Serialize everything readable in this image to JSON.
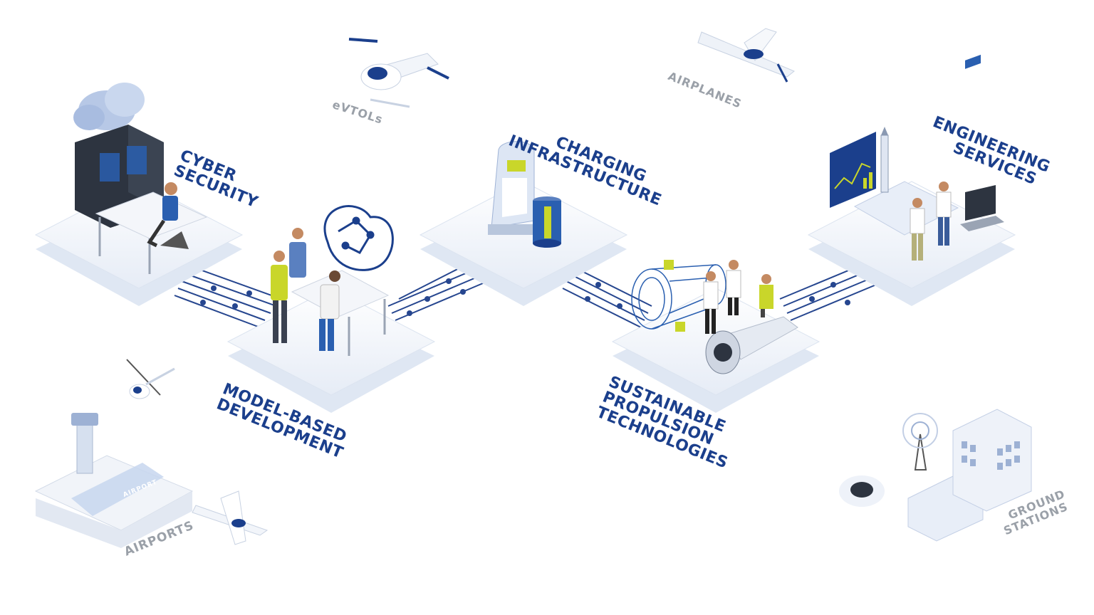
{
  "sections": {
    "cyber_security": {
      "lines": [
        "CYBER",
        "SECURITY"
      ]
    },
    "model_based": {
      "lines": [
        "MODEL-BASED",
        "DEVELOPMENT"
      ]
    },
    "charging": {
      "lines": [
        "CHARGING",
        "INFRASTRUCTURE"
      ]
    },
    "sustainable": {
      "lines": [
        "SUSTAINABLE",
        "PROPULSION",
        "TECHNOLOGIES"
      ]
    },
    "engineering": {
      "lines": [
        "ENGINEERING",
        "SERVICES"
      ]
    }
  },
  "peripherals": {
    "evtols": "eVTOLs",
    "airplanes": "AIRPLANES",
    "airports": "AIRPORTS",
    "ground_stations": {
      "lines": [
        "GROUND",
        "STATIONS"
      ]
    },
    "airport_sign": "AIRPORT"
  },
  "colors": {
    "primary": "#1b3f8c",
    "accent": "#2a5fb0",
    "platform": "#eef2f9",
    "circuit": "#26468f",
    "label_gray": "#9aa0a8",
    "highlight": "#c9d62a"
  }
}
